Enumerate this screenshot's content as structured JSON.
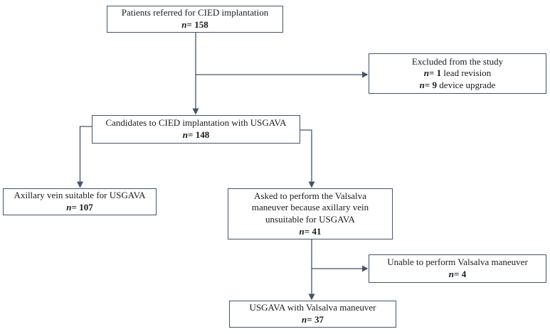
{
  "figure": {
    "name": "CIED implantation patient flow diagram"
  },
  "colors": {
    "border": "#44546A",
    "text": "#1b1b1b",
    "background": "#ffffff"
  },
  "boxes": {
    "referred": {
      "title": "Patients referred for CIED implantation",
      "count": {
        "n": "n",
        "eq_value": "= 158"
      }
    },
    "excluded": {
      "title": "Excluded from the study",
      "count1": {
        "n": "n",
        "eq_value": "= 1",
        "suffix": " lead revision"
      },
      "count2": {
        "n": "n",
        "eq_value": "= 9",
        "suffix": " device upgrade"
      }
    },
    "candidates": {
      "title": "Candidates to CIED implantation with USGAVA",
      "count": {
        "n": "n",
        "eq_value": "= 148"
      }
    },
    "suitable": {
      "title": "Axillary vein suitable for USGAVA",
      "count": {
        "n": "n",
        "eq_value": "= 107"
      }
    },
    "valsalva_asked": {
      "title": "Asked to perform the Valsalva maneuver because axillary vein unsuitable for USGAVA",
      "count": {
        "n": "n",
        "eq_value": "= 41"
      }
    },
    "unable": {
      "title": "Unable to perform Valsalva maneuver",
      "count": {
        "n": "n",
        "eq_value": "= 4"
      }
    },
    "usgava_valsalva": {
      "title": "USGAVA with Valsalva maneuver",
      "count": {
        "n": "n",
        "eq_value": "= 37"
      }
    }
  }
}
